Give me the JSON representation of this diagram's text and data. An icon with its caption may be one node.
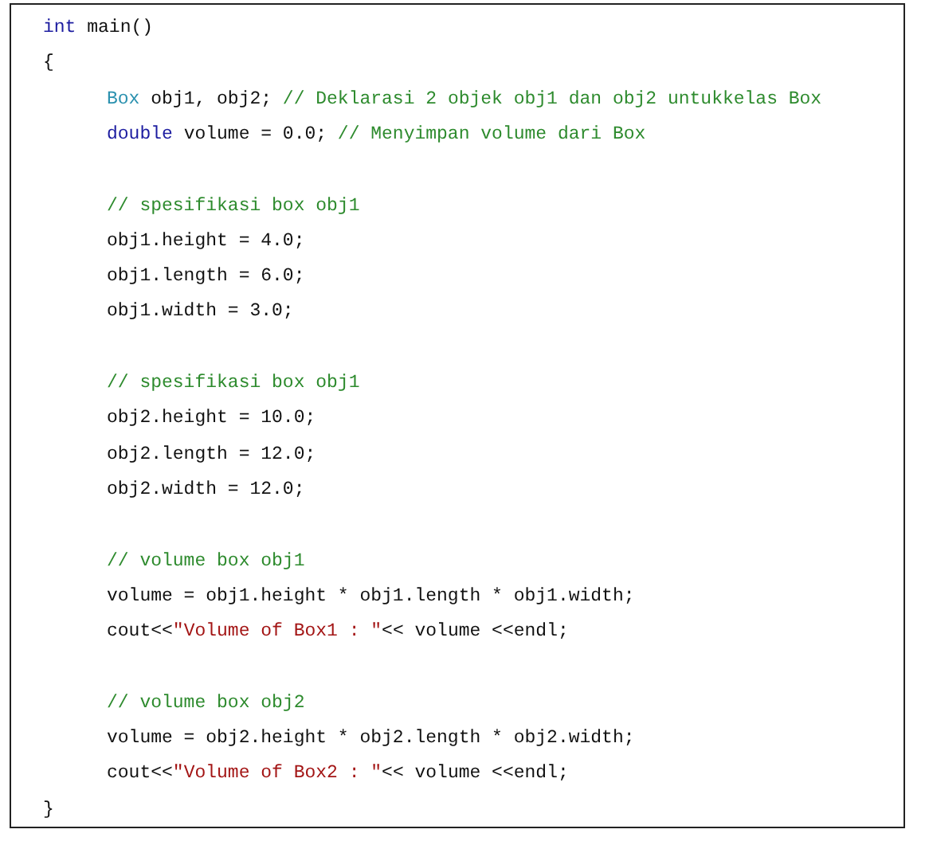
{
  "diagram": {
    "labels": [
      "int",
      "main()",
      "{",
      "Box",
      "obj1, obj2;",
      "// Deklarasi 2 objek obj1 dan obj2 untukkelas Box",
      "double",
      "volume = 0.0;",
      "// Menyimpan volume dari Box",
      "// spesifikasi box obj1",
      "obj1.height = 4.0;",
      "obj1.length = 6.0;",
      "obj1.width = 3.0;",
      "// spesifikasi box obj1",
      "obj2.height = 10.0;",
      "obj2.length = 12.0;",
      "obj2.width = 12.0;",
      "// volume box obj1",
      "volume = obj1.height * obj1.length * obj1.width;",
      "cout<<",
      "\"Volume of Box1 : \"",
      "<< volume <<endl;",
      "// volume box obj2",
      "volume = obj2.height * obj2.length * obj2.width;",
      "cout<<",
      "\"Volume of Box2 : \"",
      "<< volume <<endl;",
      "}"
    ]
  }
}
